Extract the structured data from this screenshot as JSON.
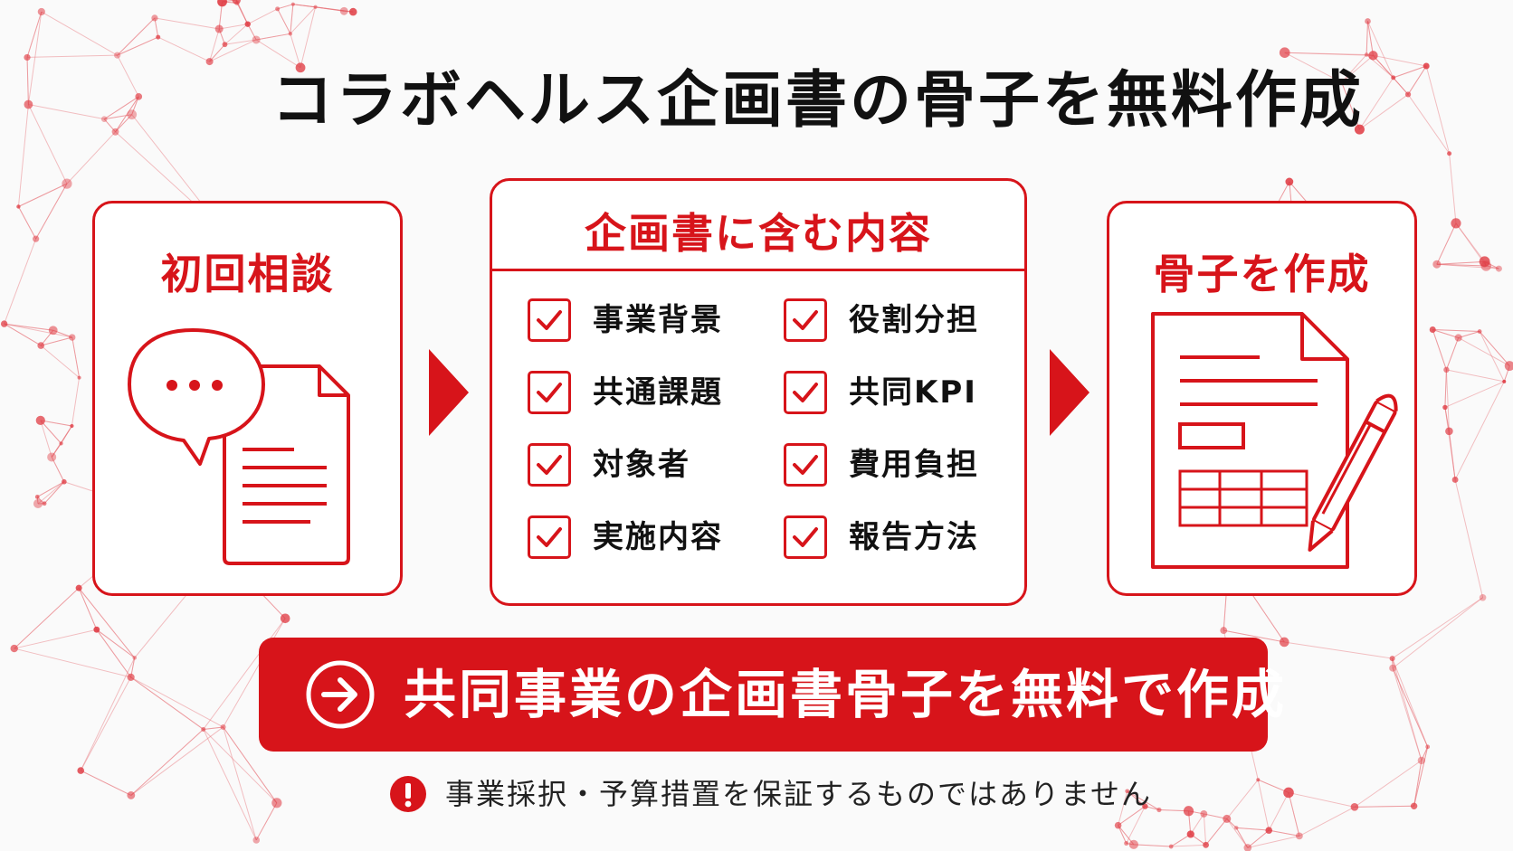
{
  "title": "コラボヘルス企画書の骨子を無料作成",
  "steps": {
    "consult": {
      "title": "初回相談",
      "icon": "chat-document-icon"
    },
    "contents": {
      "title": "企画書に含む内容",
      "items_left": [
        "事業背景",
        "共通課題",
        "対象者",
        "実施内容"
      ],
      "items_right": [
        "役割分担",
        "共同KPI",
        "費用負担",
        "報告方法"
      ]
    },
    "draft": {
      "title": "骨子を作成",
      "icon": "document-pen-icon"
    }
  },
  "cta": {
    "label": "共同事業の企画書骨子を無料で作成",
    "icon": "arrow-right-circle-icon"
  },
  "disclaimer": {
    "text": "事業採択・予算措置を保証するものではありません",
    "icon": "exclamation-circle-icon"
  },
  "colors": {
    "accent": "#d7141a",
    "text": "#111111",
    "background": "#fafafa"
  }
}
